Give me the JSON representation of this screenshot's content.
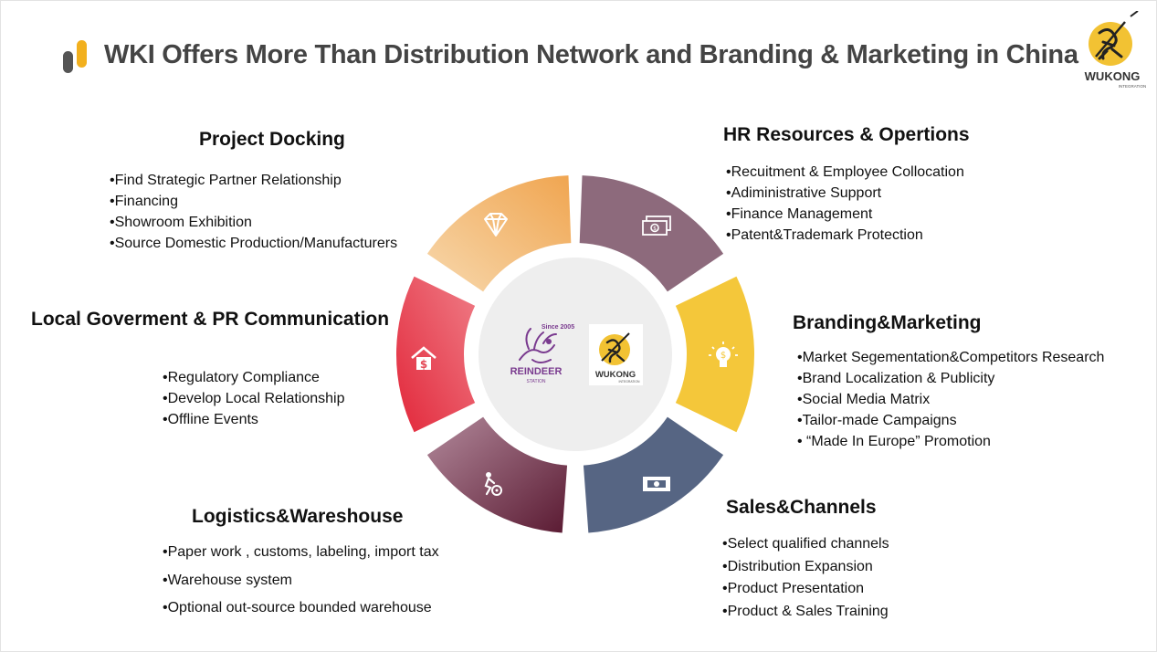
{
  "title": "WKI Offers More Than Distribution Network and Branding & Marketing in China",
  "logo_top_right": {
    "text": "WUKONG",
    "sub": "INTEGRATION"
  },
  "center": {
    "reindeer": {
      "since": "Since 2005",
      "name": "REINDEER",
      "sub": "STATION"
    },
    "wukong": {
      "name": "WUKONG",
      "sub": "INTEGRATION"
    }
  },
  "colors": {
    "project_docking": "#f0ad63",
    "hr": "#8d6a7c",
    "branding": "#f4c73a",
    "sales": "#566583",
    "logistics": "#5f2338",
    "government": "#e14452",
    "center": "#eeeeee"
  },
  "sections": {
    "project_docking": {
      "heading": "Project Docking",
      "icon": "diamond-icon",
      "items": [
        "•Find Strategic Partner Relationship",
        "•Financing",
        "•Showroom  Exhibition",
        "•Source Domestic Production/Manufacturers"
      ]
    },
    "hr": {
      "heading": "HR Resources & Opertions",
      "icon": "money-icon",
      "items": [
        "•Recuitment & Employee Collocation",
        "•Adiministrative Support",
        "•Finance Management",
        "•Patent&Trademark Protection"
      ]
    },
    "branding": {
      "heading": "Branding&Marketing",
      "icon": "lightbulb-icon",
      "items": [
        "•Market Segementation&Competitors Research",
        "•Brand Localization & Publicity",
        "•Social Media Matrix",
        "•Tailor-made Campaigns",
        "•  “Made In Europe”  Promotion"
      ]
    },
    "sales": {
      "heading": "Sales&Channels",
      "icon": "cash-icon",
      "items": [
        "•Select qualified channels",
        "•Distribution Expansion",
        "•Product Presentation",
        "•Product & Sales Training"
      ]
    },
    "logistics": {
      "heading": "Logistics&Wareshouse",
      "icon": "worker-gear-icon",
      "items": [
        "•Paper work , customs, labeling, import tax",
        "•Warehouse system",
        "•Optional out-source bounded warehouse"
      ]
    },
    "government": {
      "heading": "Local Goverment & PR Communication",
      "icon": "house-dollar-icon",
      "items": [
        "•Regulatory Compliance",
        "•Develop Local Relationship",
        "•Offline Events"
      ]
    }
  }
}
